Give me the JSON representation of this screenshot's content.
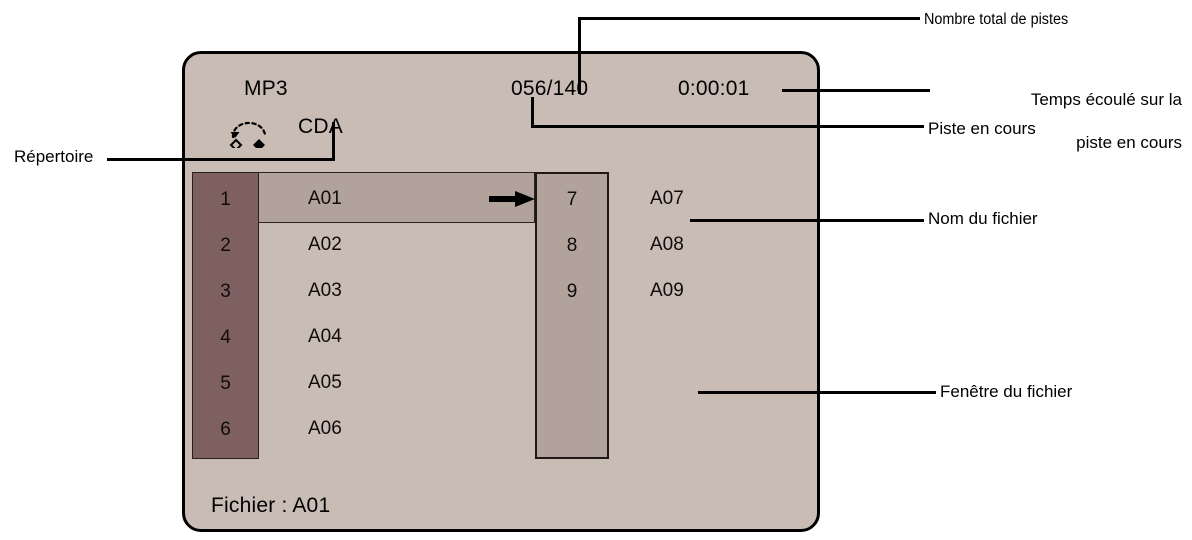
{
  "device": {
    "format_label": "MP3",
    "track_counter": "056/140",
    "elapsed_time": "0:00:01",
    "directory_icon": "folder-repeat-icon",
    "directory_name": "CDA",
    "status_line": "Fichier : A01",
    "colors": {
      "panel_bg": "#c8bcb4",
      "index_col_bg": "#7e6060",
      "highlight_bg": "#b1a39b",
      "border": "#000000",
      "text": "#000000",
      "page_bg": "#ffffff"
    },
    "file_list_left": [
      {
        "index": "1",
        "name": "A01",
        "selected": true
      },
      {
        "index": "2",
        "name": "A02",
        "selected": false
      },
      {
        "index": "3",
        "name": "A03",
        "selected": false
      },
      {
        "index": "4",
        "name": "A04",
        "selected": false
      },
      {
        "index": "5",
        "name": "A05",
        "selected": false
      },
      {
        "index": "6",
        "name": "A06",
        "selected": false
      }
    ],
    "file_list_right": [
      {
        "index": "7",
        "name": "A07"
      },
      {
        "index": "8",
        "name": "A08"
      },
      {
        "index": "9",
        "name": "A09"
      }
    ],
    "play_indicator": "right-arrow-icon"
  },
  "callouts": {
    "repertoire": "Répertoire",
    "nombre_total": "Nombre total de pistes",
    "temps_ecoule_line1": "Temps écoulé sur la",
    "temps_ecoule_line2": "piste en cours",
    "piste_en_cours": "Piste en cours",
    "nom_du_fichier": "Nom du fichier",
    "fenetre_du_fichier": "Fenêtre du fichier"
  }
}
